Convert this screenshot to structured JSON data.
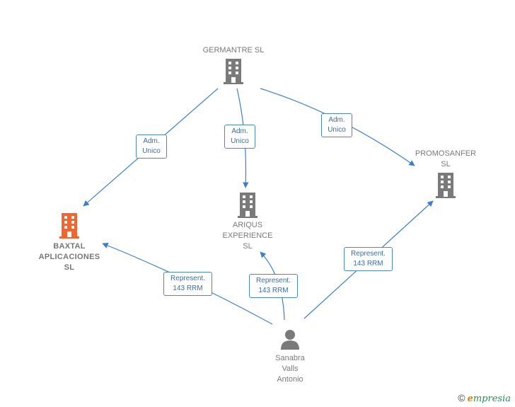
{
  "nodes": {
    "germantre": {
      "label": "GERMANTRE SL",
      "color": "#7a7a7a"
    },
    "promosanfer": {
      "label": "PROMOSANFER\nSL",
      "color": "#7a7a7a"
    },
    "ariqus": {
      "label": "ARIQUS\nEXPERIENCE\nSL",
      "color": "#7a7a7a"
    },
    "baxtal": {
      "label": "BAXTAL\nAPLICACIONES\nSL",
      "color": "#f26531"
    },
    "sanabra": {
      "label": "Sanabra\nValls\nAntonio",
      "color": "#7a7a7a"
    }
  },
  "edges": {
    "e1": "Adm.\nUnico",
    "e2": "Adm.\nUnico",
    "e3": "Adm.\nUnico",
    "e4": "Represent.\n143 RRM",
    "e5": "Represent.\n143 RRM",
    "e6": "Represent.\n143 RRM"
  },
  "colors": {
    "edge": "#3f7fc8",
    "building": "#7a7a7a",
    "highlight": "#f26531"
  },
  "footer": {
    "symbol": "©",
    "brand_initial": "e",
    "brand_rest": "mpresia"
  }
}
